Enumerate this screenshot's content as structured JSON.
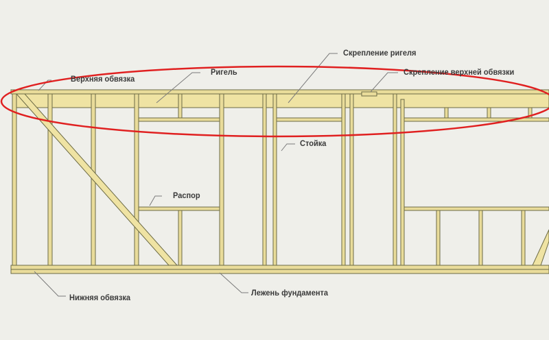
{
  "labels": {
    "top_plate": "Верхняя обвязка",
    "header": "Ригель",
    "header_fastening": "Скрепление ригеля",
    "top_plate_fastening": "Скрепление верхней обвязки",
    "stud": "Стойка",
    "spacer": "Распор",
    "bottom_plate": "Нижняя обвязка",
    "foundation_sill": "Лежень фундамента"
  },
  "colors": {
    "wood": "#e9dc9a",
    "highlight": "#e02020",
    "background": "#efefea"
  }
}
